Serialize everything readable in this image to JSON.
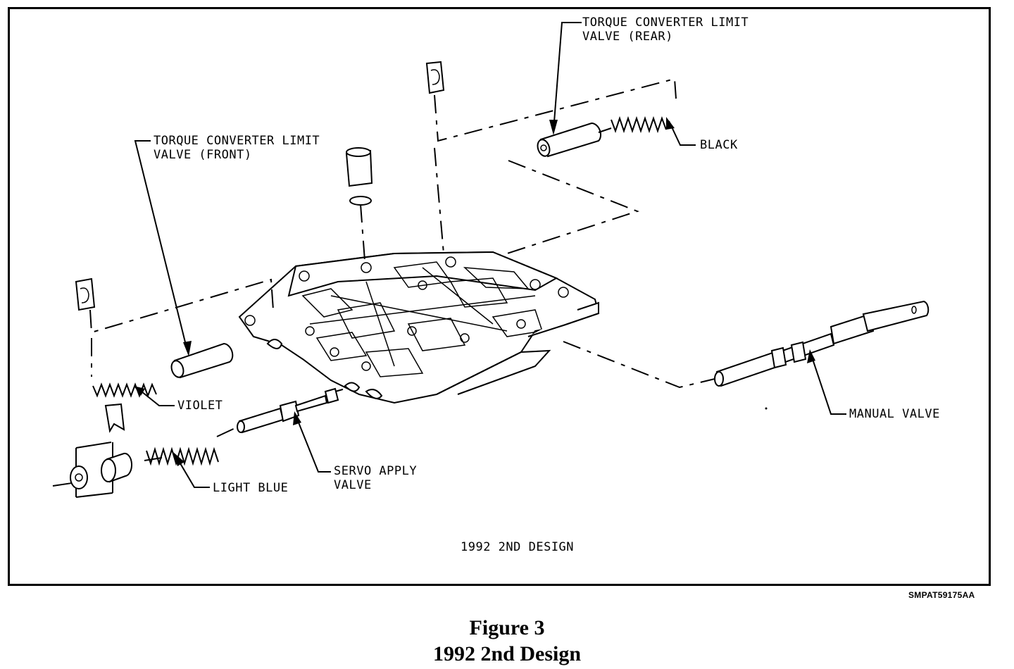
{
  "labels": {
    "tcl_rear": "TORQUE CONVERTER LIMIT\nVALVE (REAR)",
    "tcl_front": "TORQUE CONVERTER LIMIT\nVALVE (FRONT)",
    "black": "BLACK",
    "violet": "VIOLET",
    "manual_valve": "MANUAL VALVE",
    "servo_apply": "SERVO APPLY\nVALVE",
    "light_blue": "LIGHT BLUE",
    "design": "1992 2ND DESIGN",
    "code": "SMPAT59175AA"
  },
  "caption": {
    "line1": "Figure 3",
    "line2": "1992 2nd Design"
  }
}
